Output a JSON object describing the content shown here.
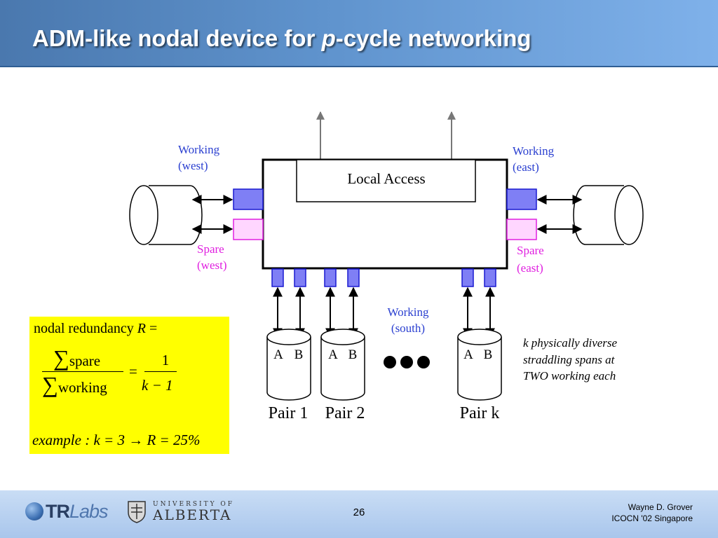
{
  "slide": {
    "title_prefix": "ADM-like nodal device for ",
    "title_italic": "p",
    "title_suffix": "-cycle networking",
    "page_number": "26",
    "credit_line1": "Wayne D. Grover",
    "credit_line2": "ICOCN '02 Singapore",
    "logos": {
      "tr_bold": "TR",
      "tr_italic": "Labs",
      "ua_top": "UNIVERSITY OF",
      "ua_bottom": "ALBERTA"
    }
  },
  "diagram": {
    "local_access_label": "Local Access",
    "working_west_1": "Working",
    "working_west_2": "(west)",
    "working_east_1": "Working",
    "working_east_2": "(east)",
    "spare_west_1": "Spare",
    "spare_west_2": "(west)",
    "spare_east_1": "Spare",
    "spare_east_2": "(east)",
    "working_south_1": "Working",
    "working_south_2": "(south)",
    "straddle_note_1": "k physically diverse",
    "straddle_note_2": "straddling spans at",
    "straddle_note_3": "TWO working each",
    "pairs": [
      {
        "label": "Pair 1",
        "a": "A",
        "b": "B"
      },
      {
        "label": "Pair 2",
        "a": "A",
        "b": "B"
      },
      {
        "label": "Pair k",
        "a": "A",
        "b": "B"
      }
    ],
    "colors": {
      "working_port": "#7f7ff5",
      "spare_port": "#ffd6ff",
      "working_text": "#2a3fd0",
      "spare_text": "#e020e0",
      "formula_bg": "#ffff00"
    }
  },
  "formula": {
    "line1_text": "nodal redundancy ",
    "line1_var": "R",
    "line1_eq": " =",
    "sum_symbol": "∑",
    "numerator": "spare",
    "denominator": "working",
    "equals": "=",
    "rhs_numerator": "1",
    "rhs_denominator": "k − 1",
    "example": "example : k = 3 → R = 25%"
  }
}
